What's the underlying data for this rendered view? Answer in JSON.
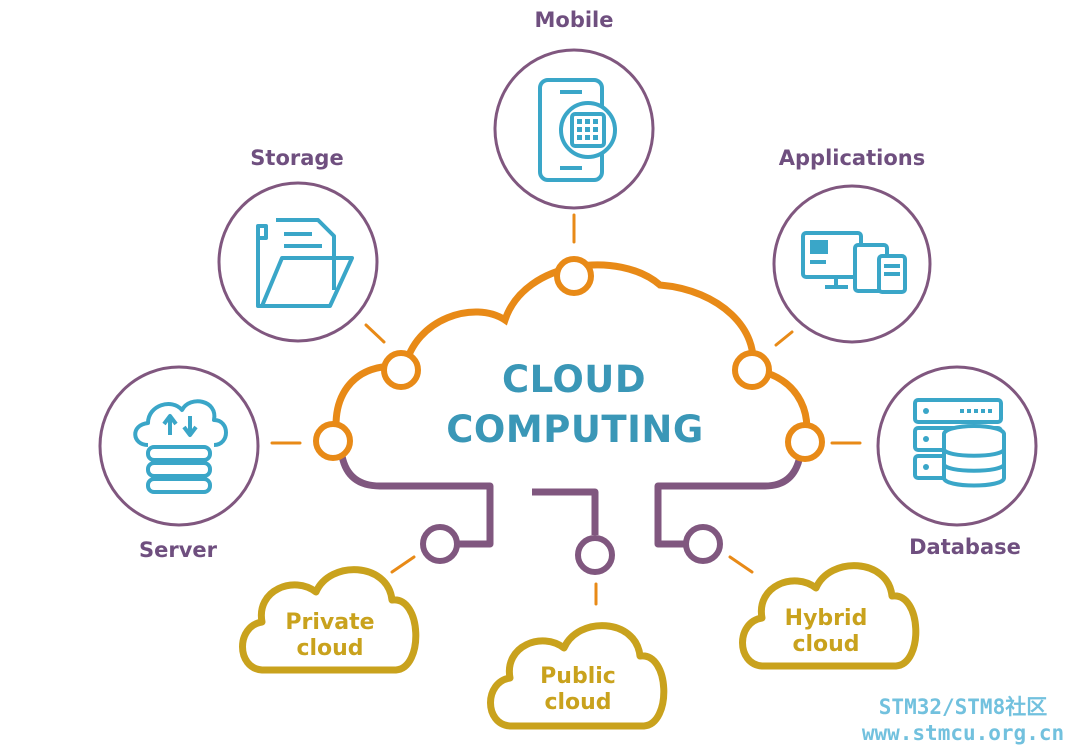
{
  "title": {
    "line1": "CLOUD",
    "line2": "COMPUTING"
  },
  "nodes": {
    "mobile": "Mobile",
    "storage": "Storage",
    "applications": "Applications",
    "server": "Server",
    "database": "Database"
  },
  "clouds": {
    "private_l1": "Private",
    "private_l2": "cloud",
    "public_l1": "Public",
    "public_l2": "cloud",
    "hybrid_l1": "Hybrid",
    "hybrid_l2": "cloud"
  },
  "watermark": {
    "line1": "STM32/STM8社区",
    "line2": "www.stmcu.org.cn"
  },
  "colors": {
    "orange": "#e88a17",
    "purple": "#80577f",
    "teal": "#3a97b7",
    "gold": "#c9a21d",
    "label": "#6f4f7f"
  },
  "icons": [
    "smartphone-grid-icon",
    "folder-documents-icon",
    "desktop-devices-icon",
    "server-upload-download-icon",
    "database-server-icon"
  ]
}
